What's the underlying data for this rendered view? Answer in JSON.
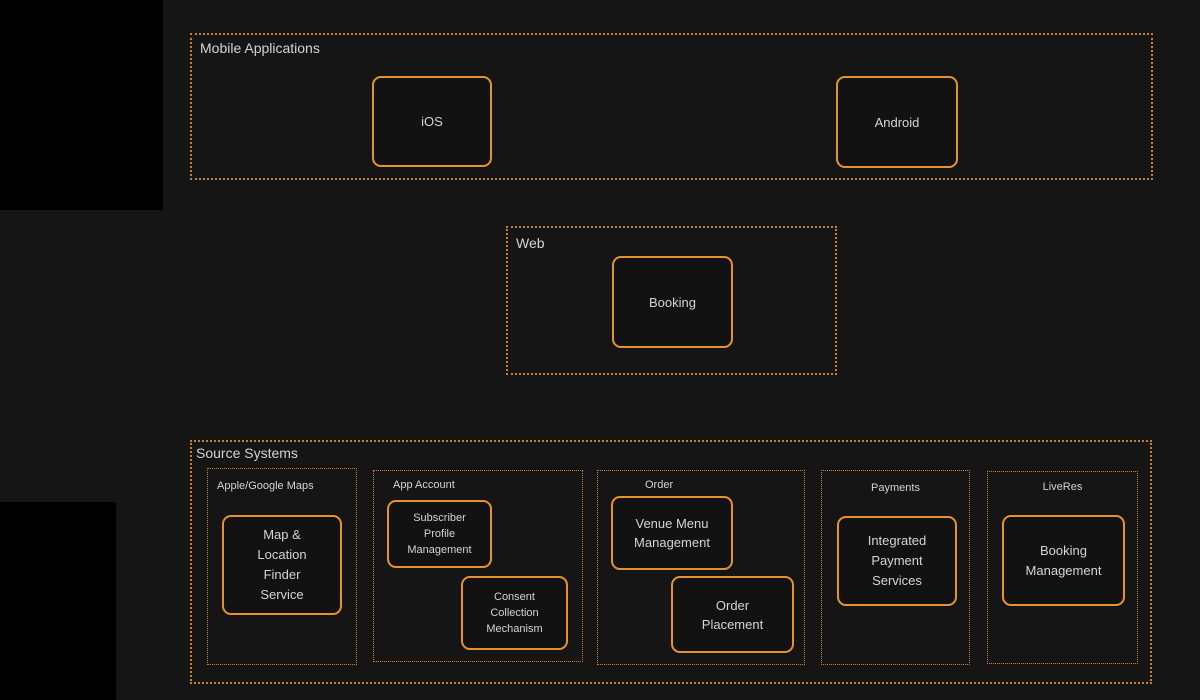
{
  "colors": {
    "canvas_bg": "#151515",
    "blackout": "#000000",
    "node_border": "#e8922d",
    "container_border": "#c8822b",
    "node_fill": "#121212",
    "text": "#d4d4d4"
  },
  "mobile_applications": {
    "title": "Mobile Applications",
    "ios": "iOS",
    "android": "Android"
  },
  "web": {
    "title": "Web",
    "booking": "Booking"
  },
  "source_systems": {
    "title": "Source Systems",
    "apple_google_maps": {
      "title": "Apple/Google Maps",
      "map_location_finder": "Map &\nLocation\nFinder\nService"
    },
    "app_account": {
      "title": "App Account",
      "subscriber_profile": "Subscriber\nProfile\nManagement",
      "consent_collection": "Consent\nCollection\nMechanism"
    },
    "order": {
      "title": "Order",
      "venue_menu": "Venue Menu\nManagement",
      "order_placement": "Order\nPlacement"
    },
    "payments": {
      "title": "Payments",
      "integrated_payment": "Integrated\nPayment\nServices"
    },
    "liveres": {
      "title": "LiveRes",
      "booking_management": "Booking\nManagement"
    }
  }
}
